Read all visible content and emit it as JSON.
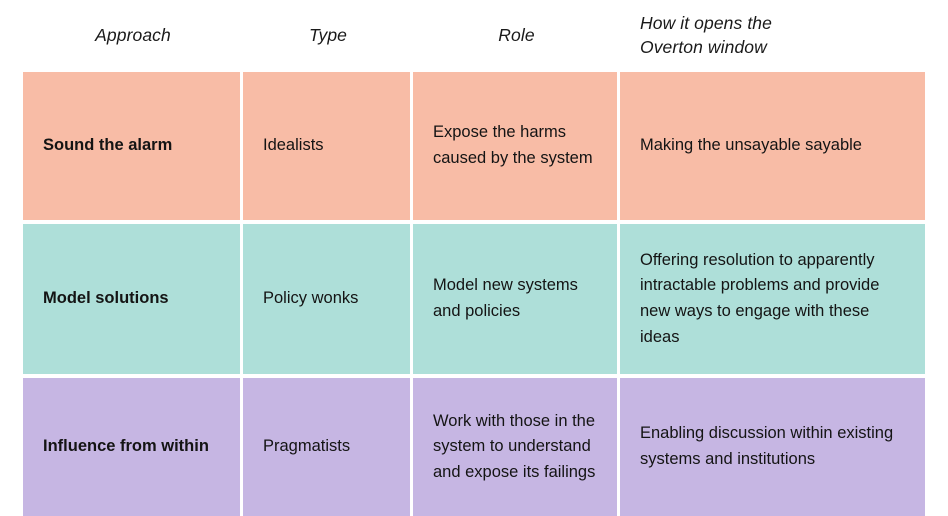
{
  "table": {
    "columns": [
      {
        "key": "approach",
        "header": "Approach",
        "align": "center"
      },
      {
        "key": "type",
        "header": "Type",
        "align": "center"
      },
      {
        "key": "role",
        "header": "Role",
        "align": "center"
      },
      {
        "key": "overton",
        "header": "How it opens the\nOverton window",
        "align": "left"
      }
    ],
    "header": {
      "c1": "Approach",
      "c2": "Type",
      "c3": "Role",
      "c4_line1": "How it opens the",
      "c4_line2": "Overton window"
    },
    "rows": [
      {
        "color_name": "salmon",
        "color_hex": "#F8BCA6",
        "approach": "Sound the alarm",
        "type": "Idealists",
        "role": "Expose the harms caused by the system",
        "overton": "Making the unsayable sayable"
      },
      {
        "color_name": "teal",
        "color_hex": "#AEDFD9",
        "approach": "Model solutions",
        "type": "Policy wonks",
        "role": "Model new systems and policies",
        "overton": "Offering resolution to apparently intractable problems and provide new ways to engage with these ideas"
      },
      {
        "color_name": "purple",
        "color_hex": "#C6B6E3",
        "approach": "Influence from within",
        "type": "Pragmatists",
        "role": "Work with those in the system to understand and expose its failings",
        "overton": "Enabling discussion within existing systems and institutions"
      }
    ]
  },
  "colors": {
    "background": "#ffffff",
    "text": "#141414",
    "divider": "#ffffff",
    "row_salmon": "#F8BCA6",
    "row_teal": "#AEDFD9",
    "row_purple": "#C6B6E3"
  }
}
